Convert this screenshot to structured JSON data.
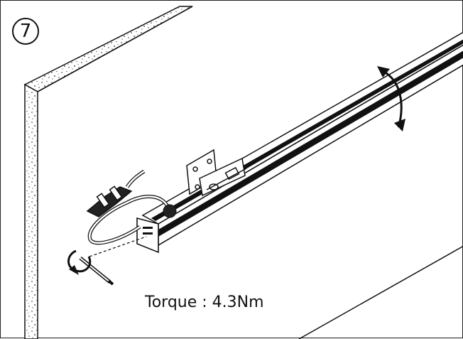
{
  "diagram": {
    "step_number": "7",
    "torque_text": "Torque : 4.3Nm",
    "colors": {
      "line": "#111111",
      "background": "#ffffff"
    },
    "icons": [
      "rotate-arrow-icon",
      "screwdriver-icon",
      "bracket",
      "connector"
    ]
  }
}
